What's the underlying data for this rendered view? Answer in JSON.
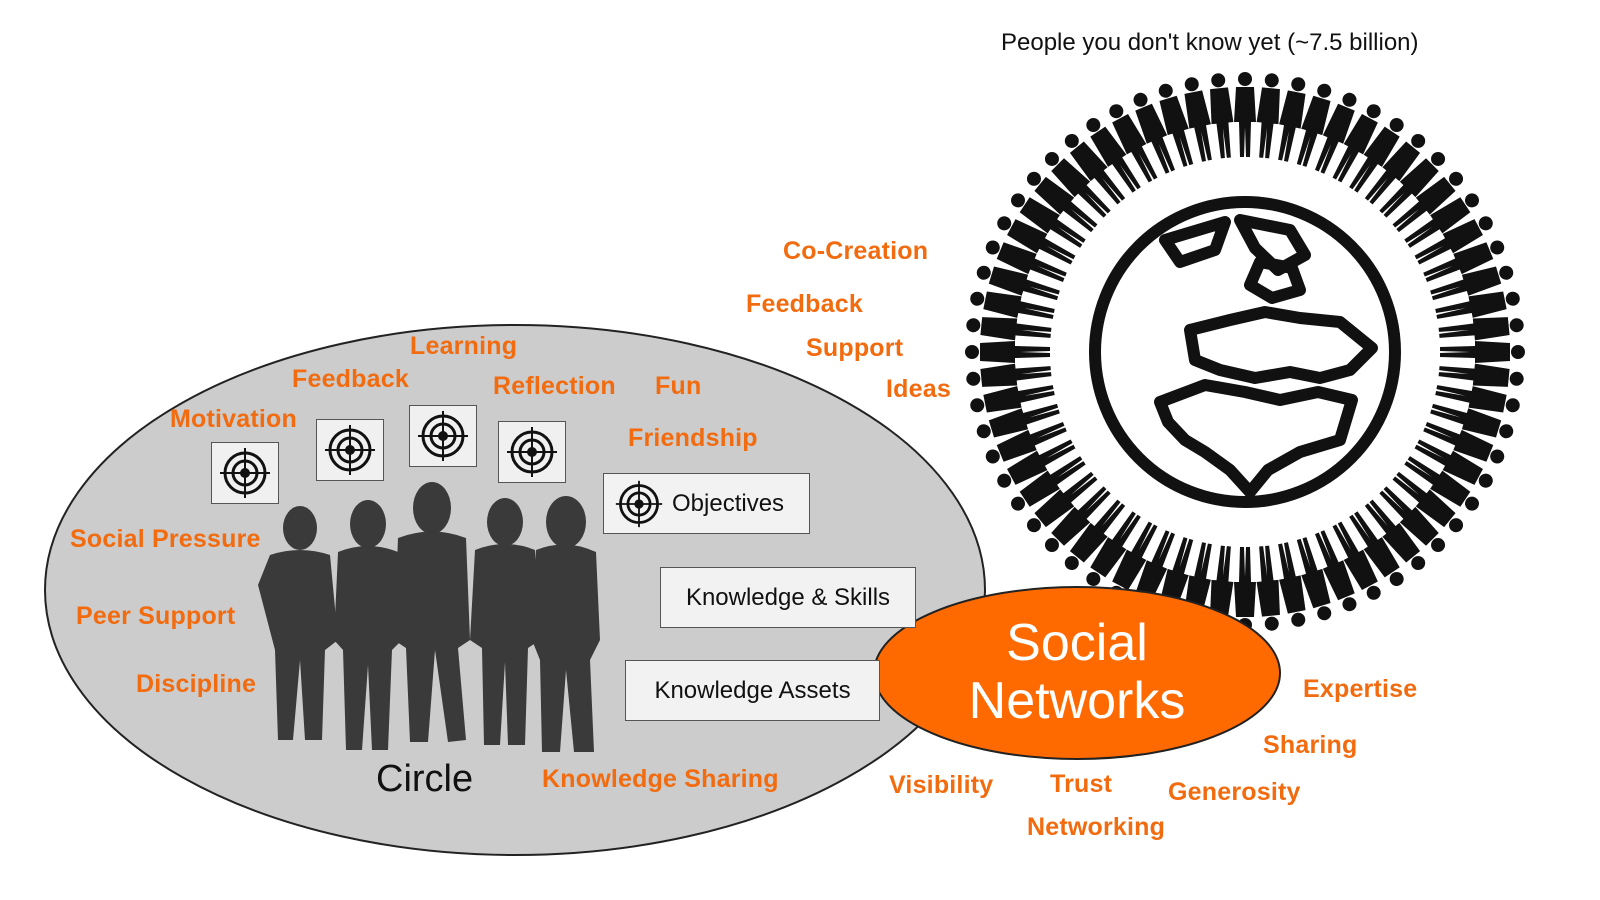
{
  "circle": {
    "title": "Circle",
    "labels": {
      "motivation": "Motivation",
      "feedback": "Feedback",
      "learning": "Learning",
      "reflection": "Reflection",
      "fun": "Fun",
      "friendship": "Friendship",
      "social_pressure": "Social Pressure",
      "peer_support": "Peer Support",
      "discipline": "Discipline",
      "knowledge_sharing": "Knowledge Sharing"
    },
    "boxes": {
      "objectives": "Objectives",
      "knowledge_skills": "Knowledge & Skills",
      "knowledge_assets": "Knowledge Assets"
    }
  },
  "social_networks": {
    "title_line1": "Social",
    "title_line2": "Networks",
    "labels": {
      "co_creation": "Co-Creation",
      "feedback": "Feedback",
      "support": "Support",
      "ideas": "Ideas",
      "expertise": "Expertise",
      "sharing": "Sharing",
      "generosity": "Generosity",
      "visibility": "Visibility",
      "trust": "Trust",
      "networking": "Networking"
    }
  },
  "world": {
    "title": "People you don't know yet (~7.5 billion)"
  },
  "colors": {
    "accent_orange": "#f26b0f",
    "circle_fill": "#cccccc",
    "sn_fill": "#ff6a00",
    "silhouette": "#3a3a3a"
  },
  "icons": [
    "target-icon",
    "globe-icon",
    "people-silhouette-icon"
  ]
}
